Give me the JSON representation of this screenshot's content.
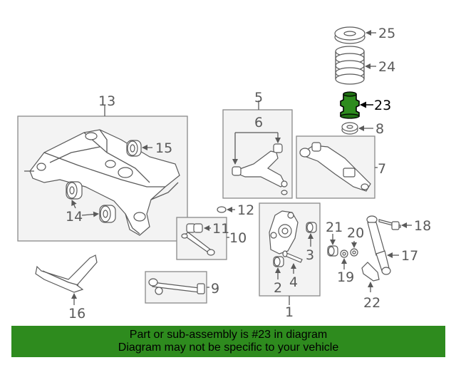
{
  "banner": {
    "line1": "Part or sub-assembly is #23 in diagram",
    "line2": "Diagram may not be specific to your vehicle",
    "color": "#2e8b1e"
  },
  "highlight_color": "#2e8b1e",
  "callouts": {
    "c1": "1",
    "c2": "2",
    "c3": "3",
    "c4": "4",
    "c5": "5",
    "c6": "6",
    "c7": "7",
    "c8": "8",
    "c9": "9",
    "c10": "10",
    "c11": "11",
    "c12": "12",
    "c13": "13",
    "c14": "14",
    "c15": "15",
    "c16": "16",
    "c17": "17",
    "c18": "18",
    "c19": "19",
    "c20": "20",
    "c21": "21",
    "c22": "22",
    "c23": "23",
    "c24": "24",
    "c25": "25"
  }
}
